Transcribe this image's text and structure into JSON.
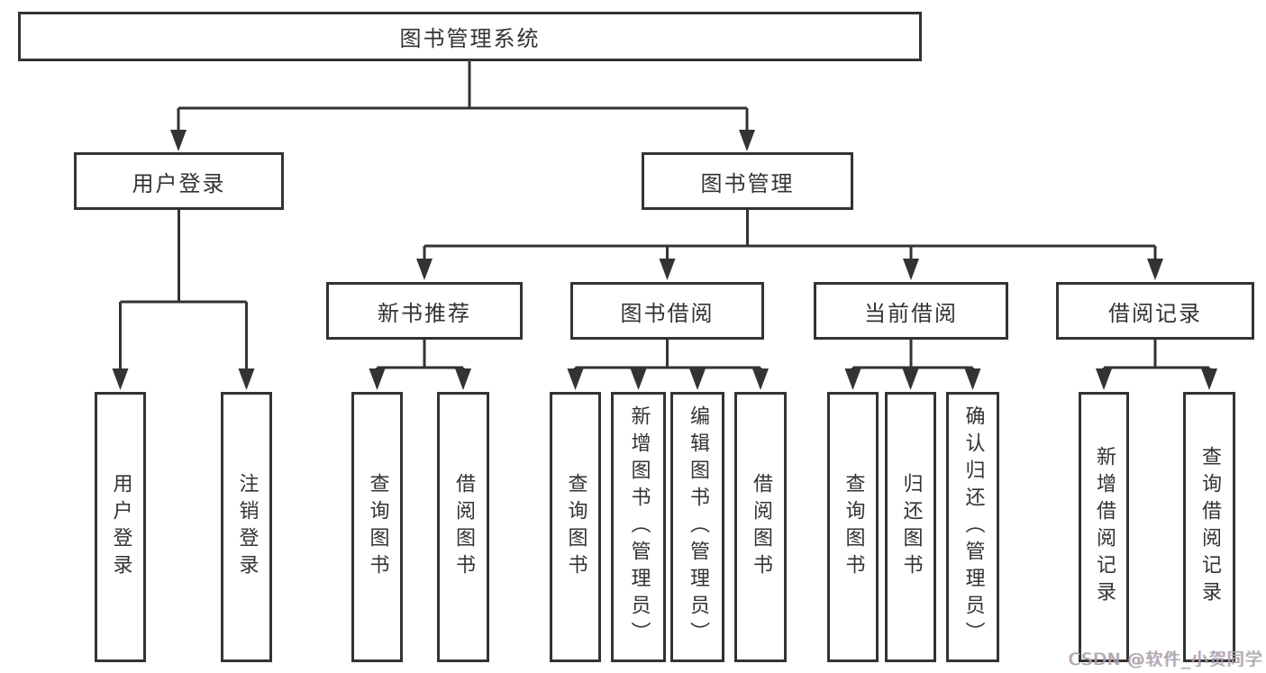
{
  "tree": {
    "root": {
      "label": "图书管理系统",
      "children": [
        {
          "label": "用户登录",
          "children": [
            {
              "label": "用户登录"
            },
            {
              "label": "注销登录"
            }
          ]
        },
        {
          "label": "图书管理",
          "children": [
            {
              "label": "新书推荐",
              "children": [
                {
                  "label": "查询图书"
                },
                {
                  "label": "借阅图书"
                }
              ]
            },
            {
              "label": "图书借阅",
              "children": [
                {
                  "label": "查询图书"
                },
                {
                  "label": "新增图书（管理员）"
                },
                {
                  "label": "编辑图书（管理员）"
                },
                {
                  "label": "借阅图书"
                }
              ]
            },
            {
              "label": "当前借阅",
              "children": [
                {
                  "label": "查询图书"
                },
                {
                  "label": "归还图书"
                },
                {
                  "label": "确认归还（管理员）"
                }
              ]
            },
            {
              "label": "借阅记录",
              "children": [
                {
                  "label": "新增借阅记录"
                },
                {
                  "label": "查询借阅记录"
                }
              ]
            }
          ]
        }
      ]
    }
  },
  "watermark": {
    "text": "CSDN @软件_小贺同学"
  },
  "colors": {
    "line": "#333333",
    "box_border": "#333333",
    "text": "#333333",
    "watermark": "#a8a8a8",
    "background": "#ffffff"
  }
}
